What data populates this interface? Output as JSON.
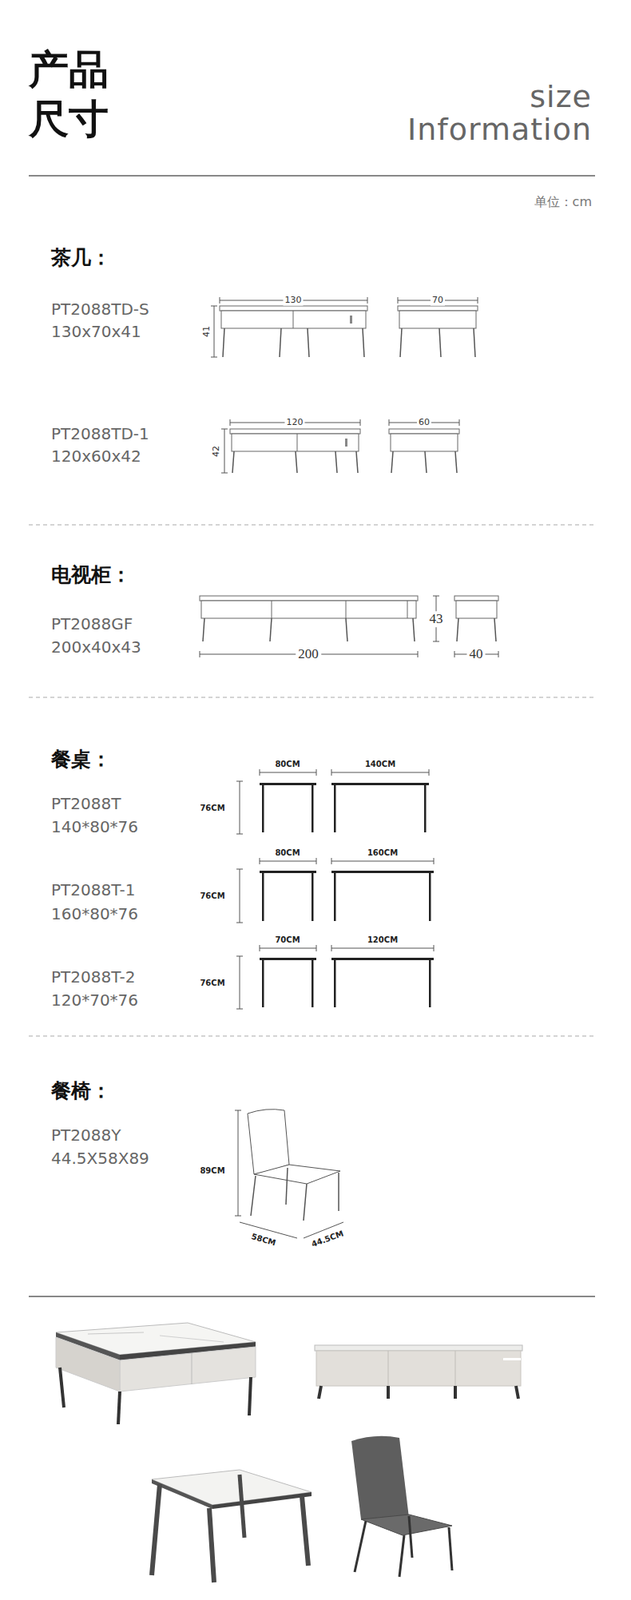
{
  "diagram": {
    "title": "产品 尺寸",
    "labels": [
      "size Information",
      "单位：cm",
      "茶几：",
      "PT2088TD-S",
      "130x70x41",
      "130",
      "41",
      "70",
      "PT2088TD-1",
      "120x60x42",
      "120",
      "42",
      "60",
      "电视柜：",
      "PT2088GF",
      "200x40x43",
      "200",
      "43",
      "40",
      "餐桌：",
      "PT2088T",
      "140*80*76",
      "76CM",
      "80CM",
      "140CM",
      "PT2088T-1",
      "160*80*76",
      "76CM",
      "80CM",
      "160CM",
      "PT2088T-2",
      "120*70*76",
      "76CM",
      "70CM",
      "120CM",
      "餐椅：",
      "PT2088Y",
      "44.5X58X89",
      "89CM",
      "58CM",
      "44.5CM"
    ]
  }
}
